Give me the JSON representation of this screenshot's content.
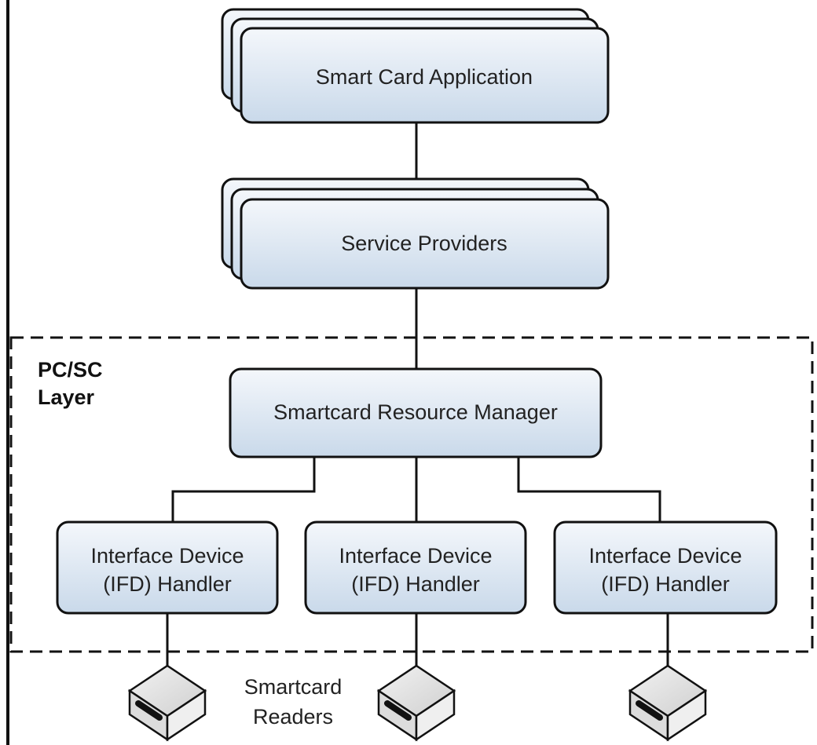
{
  "diagram": {
    "app_box": {
      "label": "Smart Card Application"
    },
    "sp_box": {
      "label": "Service Providers"
    },
    "layer": {
      "line1": "PC/SC",
      "line2": "Layer"
    },
    "rm_box": {
      "label": "Smartcard Resource Manager"
    },
    "ifd_boxes": [
      {
        "line1": "Interface Device",
        "line2": "(IFD) Handler"
      },
      {
        "line1": "Interface Device",
        "line2": "(IFD) Handler"
      },
      {
        "line1": "Interface Device",
        "line2": "(IFD) Handler"
      }
    ],
    "readers_caption": {
      "line1": "Smartcard",
      "line2": "Readers"
    }
  },
  "colors": {
    "box_fill_top": "#f4f7fb",
    "box_fill_bottom": "#c9d9ea",
    "stroke": "#111111"
  }
}
